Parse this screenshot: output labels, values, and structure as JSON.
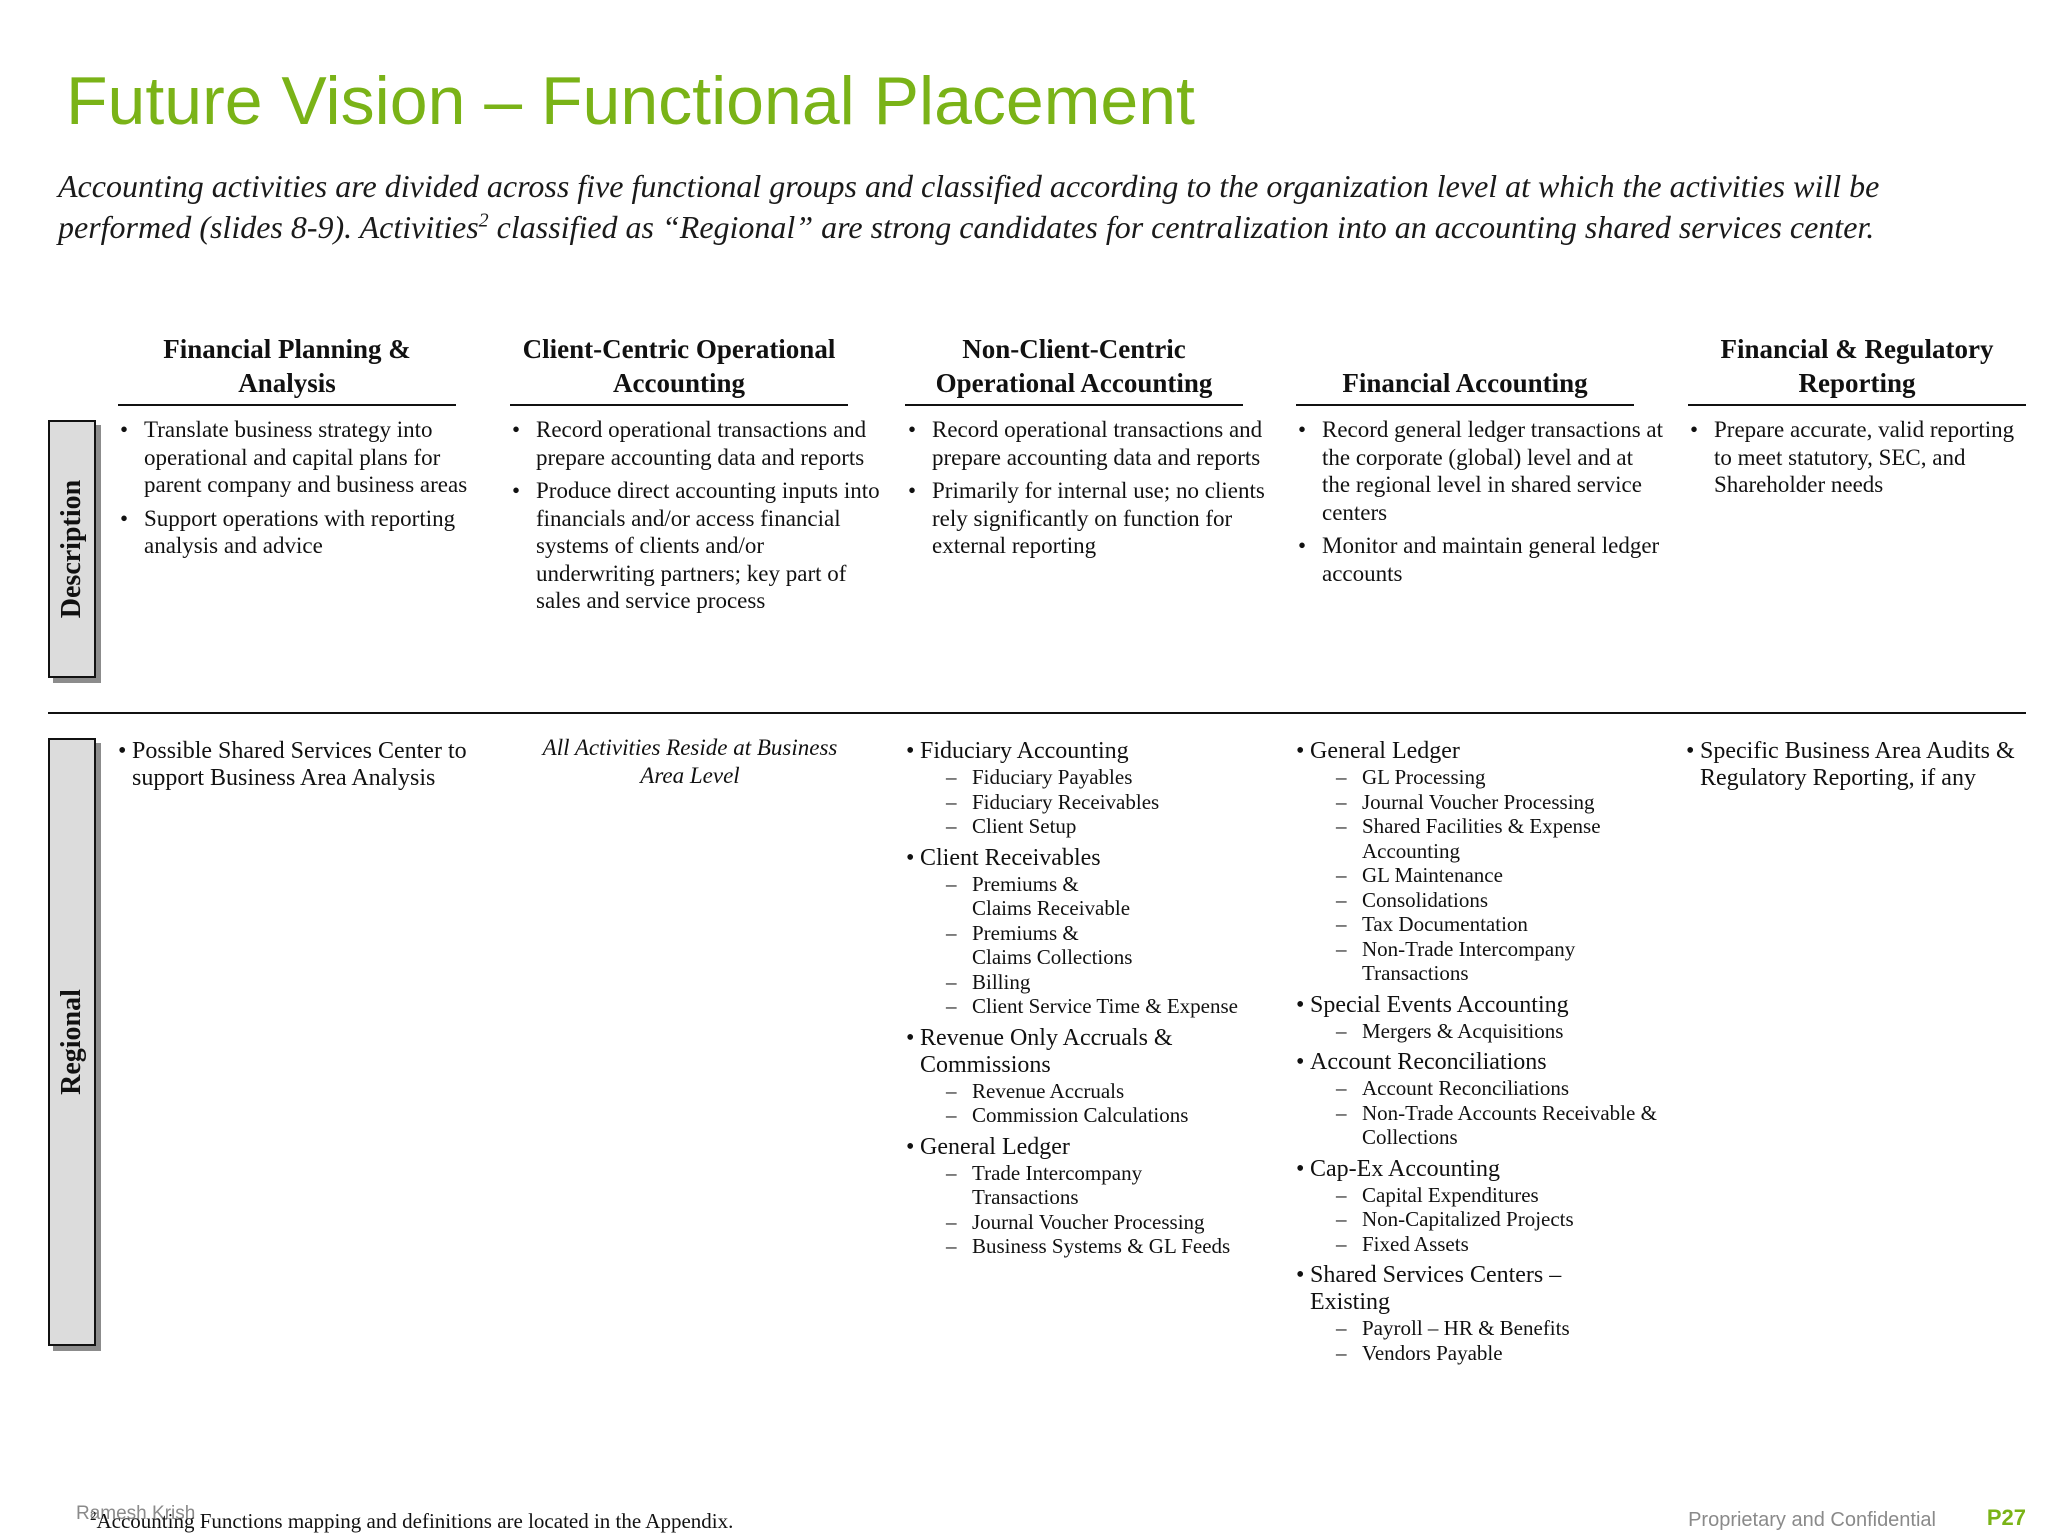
{
  "title": "Future Vision – Functional Placement",
  "subtitle": {
    "part1": "Accounting activities are divided across five functional groups and classified according to the organization level at which the activities will be performed (slides 8-9). Activities",
    "sup": "2",
    "part2": " classified as “Regional” are strong candidates for centralization into an accounting shared services center."
  },
  "row_labels": {
    "description": "Description",
    "regional": "Regional"
  },
  "columns": [
    {
      "header": "Financial Planning & Analysis",
      "description": [
        "Translate business strategy into operational and capital plans for parent company and business areas",
        "Support operations with reporting analysis and advice"
      ],
      "regional": [
        {
          "item": "Possible Shared Services Center to support Business Area Analysis",
          "subs": []
        }
      ]
    },
    {
      "header": "Client-Centric Operational Accounting",
      "description": [
        "Record operational transactions and prepare accounting data and reports",
        "Produce direct accounting inputs into financials and/or access financial systems of clients and/or underwriting partners; key part of sales and service process"
      ],
      "regional_note": "All Activities Reside at Business Area Level"
    },
    {
      "header": "Non-Client-Centric Operational Accounting",
      "description": [
        "Record operational transactions and prepare accounting data and reports",
        "Primarily for internal use; no clients rely significantly on function for external reporting"
      ],
      "regional": [
        {
          "item": "Fiduciary Accounting",
          "subs": [
            "Fiduciary Payables",
            "Fiduciary Receivables",
            "Client Setup"
          ]
        },
        {
          "item": "Client Receivables",
          "subs": [
            "Premiums & Claims Receivable",
            "Premiums & Claims Collections",
            "Billing",
            "Client Service Time & Expense"
          ]
        },
        {
          "item": "Revenue Only Accruals & Commissions",
          "subs": [
            "Revenue Accruals",
            "Commission Calculations"
          ]
        },
        {
          "item": "General Ledger",
          "subs": [
            "Trade Intercompany Transactions",
            "Journal Voucher Processing",
            "Business Systems & GL Feeds"
          ]
        }
      ]
    },
    {
      "header": "Financial Accounting",
      "description": [
        "Record general ledger transactions at the corporate (global) level and at the regional level in shared service centers",
        "Monitor and maintain general ledger accounts"
      ],
      "regional": [
        {
          "item": "General Ledger",
          "subs": [
            "GL Processing",
            "Journal Voucher Processing",
            "Shared Facilities & Expense Accounting",
            "GL Maintenance",
            "Consolidations",
            "Tax Documentation",
            "Non-Trade Intercompany Transactions"
          ]
        },
        {
          "item": "Special Events Accounting",
          "subs": [
            "Mergers & Acquisitions"
          ]
        },
        {
          "item": "Account Reconciliations",
          "subs": [
            "Account Reconciliations",
            "Non-Trade Accounts Receivable & Collections"
          ]
        },
        {
          "item": "Cap-Ex Accounting",
          "subs": [
            "Capital Expenditures",
            "Non-Capitalized Projects",
            "Fixed Assets"
          ]
        },
        {
          "item": "Shared Services Centers – Existing",
          "subs": [
            "Payroll – HR & Benefits",
            "Vendors Payable"
          ]
        }
      ]
    },
    {
      "header": "Financial & Regulatory Reporting",
      "description": [
        "Prepare accurate, valid reporting to meet statutory, SEC, and Shareholder needs"
      ],
      "regional": [
        {
          "item": "Specific Business Area Audits & Regulatory Reporting, if any",
          "subs": []
        }
      ]
    }
  ],
  "footer": {
    "footnote_sup": "2",
    "footnote": "Accounting Functions mapping and definitions are located in the Appendix.",
    "author": "Ramesh Krish",
    "confidential": "Proprietary and Confidential",
    "page": "P27"
  },
  "colors": {
    "title": "#7ab317",
    "rowlabel_bg": "#dcdcdc"
  }
}
